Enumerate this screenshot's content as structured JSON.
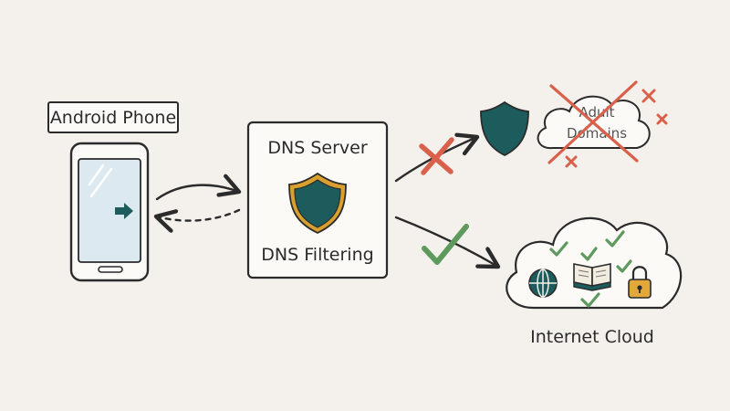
{
  "phone": {
    "label": "Android Phone"
  },
  "dns_server": {
    "title": "DNS Server",
    "subtitle": "DNS Filtering"
  },
  "blocked": {
    "label_line1": "Adult",
    "label_line2": "Domains"
  },
  "internet": {
    "label": "Internet Cloud"
  },
  "icons": {
    "phone": "smartphone-icon",
    "shield": "shield-icon",
    "blocked": "cross-icon",
    "allowed": "check-icon",
    "globe": "globe-icon",
    "book": "book-icon",
    "lock": "lock-icon"
  },
  "colors": {
    "background": "#f4f1ec",
    "ink": "#2b2b2b",
    "shield_fill": "#1d5c5c",
    "shield_rim": "#d9a030",
    "blocked_red": "#d9614c",
    "allowed_green": "#5e9a5e",
    "screen_blue": "#dde9f1",
    "lock_gold": "#e2a93a"
  }
}
